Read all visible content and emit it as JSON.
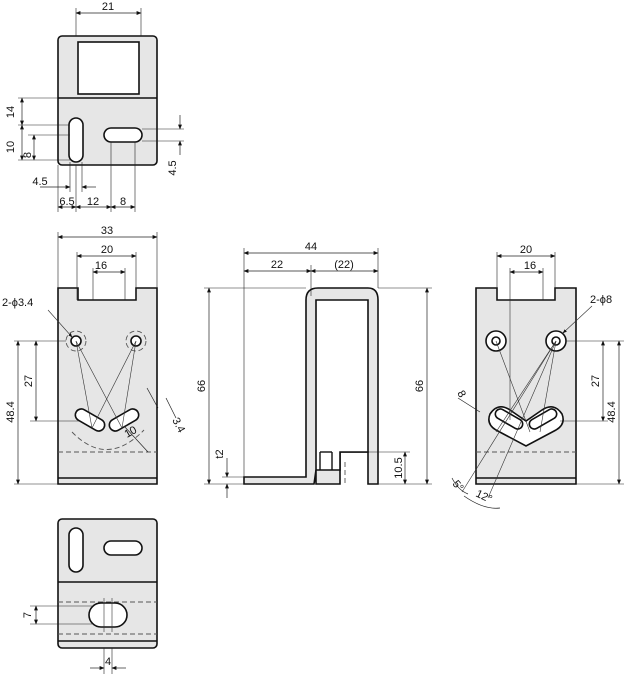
{
  "dimensions": {
    "top_width": "21",
    "top_h14": "14",
    "top_h10": "10",
    "top_h8": "8",
    "top_45_left": "4.5",
    "top_45_right": "4.5",
    "top_65": "6.5",
    "top_12": "12",
    "top_8": "8",
    "front_33": "33",
    "front_20": "20",
    "front_16": "16",
    "front_hole_label": "2-ϕ3.4",
    "front_27": "27",
    "front_484": "48.4",
    "front_34": "3.4",
    "front_10": "10",
    "side_44": "44",
    "side_22": "22",
    "side_22p": "(22)",
    "side_66_left": "66",
    "side_66_right": "66",
    "side_t2": "t2",
    "side_105": "10.5",
    "rear_20": "20",
    "rear_16": "16",
    "rear_hole_label": "2-ϕ8",
    "rear_27": "27",
    "rear_484": "48.4",
    "rear_8": "8",
    "rear_5deg": "5°",
    "rear_12deg": "12°",
    "bottom_7": "7",
    "bottom_4": "4"
  }
}
